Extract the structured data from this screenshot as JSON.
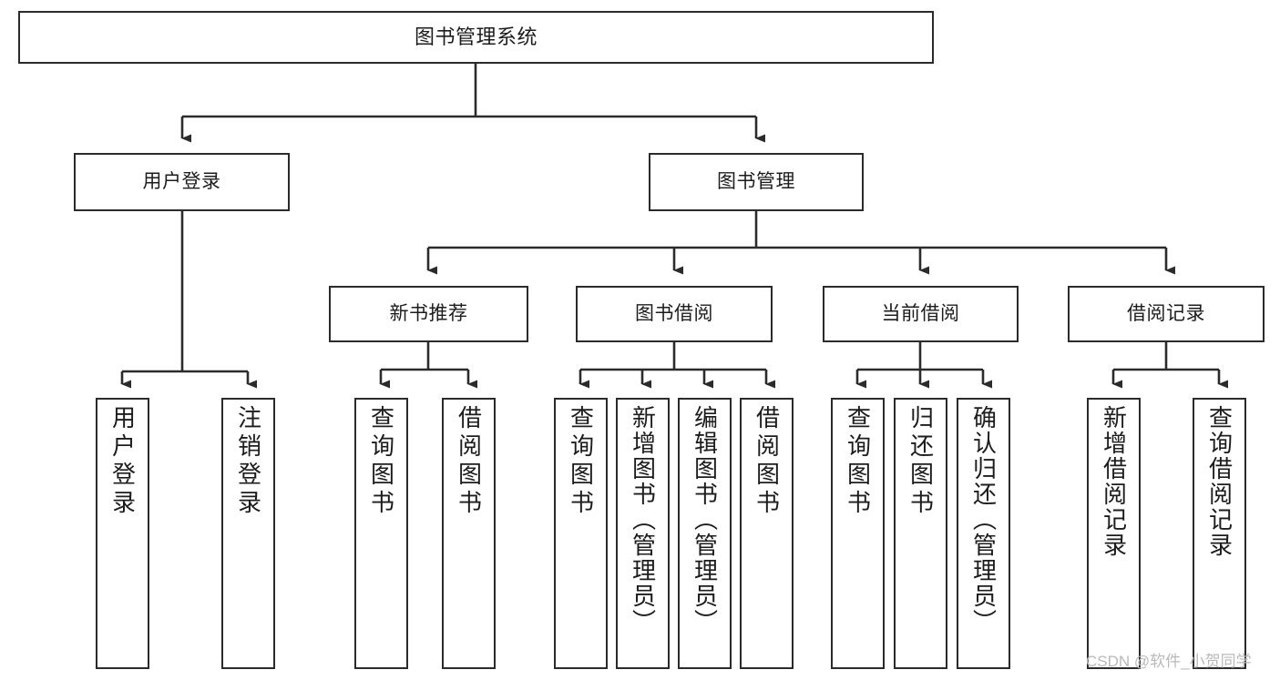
{
  "diagram": {
    "title": "图书管理系统",
    "type": "tree",
    "orientation": "top-down",
    "colors": {
      "box_border": "#2b2b2b",
      "box_fill": "#ffffff",
      "edge": "#2b2b2b",
      "text": "#1c1c1c",
      "watermark": "#b9b9b9",
      "background": "#ffffff"
    },
    "root": {
      "label": "图书管理系统"
    },
    "level1": [
      {
        "label": "用户登录"
      },
      {
        "label": "图书管理"
      }
    ],
    "level2": [
      {
        "label": "新书推荐"
      },
      {
        "label": "图书借阅"
      },
      {
        "label": "当前借阅"
      },
      {
        "label": "借阅记录"
      }
    ],
    "leaves": {
      "user_login": [
        {
          "label": "用户登录"
        },
        {
          "label": "注销登录"
        }
      ],
      "new_book_recommend": [
        {
          "label": "查询图书"
        },
        {
          "label": "借阅图书"
        }
      ],
      "book_borrow": [
        {
          "label": "查询图书"
        },
        {
          "label": "新增图书（管理员）"
        },
        {
          "label": "编辑图书（管理员）"
        },
        {
          "label": "借阅图书"
        }
      ],
      "current_borrow": [
        {
          "label": "查询图书"
        },
        {
          "label": "归还图书"
        },
        {
          "label": "确认归还（管理员）"
        }
      ],
      "borrow_record": [
        {
          "label": "新增借阅记录"
        },
        {
          "label": "查询借阅记录"
        }
      ]
    }
  },
  "watermark": {
    "text": "CSDN @软件_小贺同学"
  }
}
